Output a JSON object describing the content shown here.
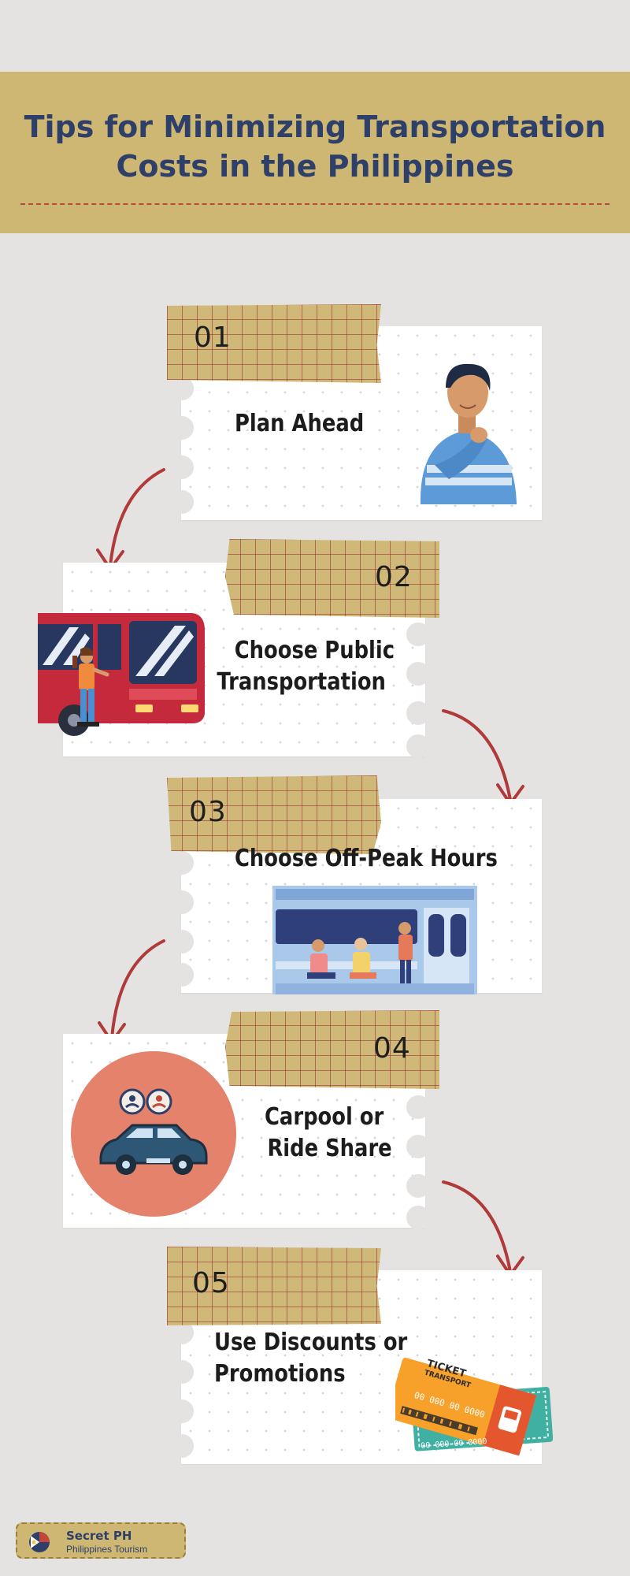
{
  "header": {
    "title_line1": "Tips for Minimizing Transportation",
    "title_line2": "Costs in the Philippines"
  },
  "steps": [
    {
      "number": "01",
      "lines": [
        "Plan Ahead"
      ],
      "icon": "thinking-person-icon"
    },
    {
      "number": "02",
      "lines": [
        "Choose Public",
        "Transportation"
      ],
      "icon": "bus-icon"
    },
    {
      "number": "03",
      "lines": [
        "Choose Off-Peak Hours"
      ],
      "icon": "train-interior-icon"
    },
    {
      "number": "04",
      "lines": [
        "Carpool or",
        "Ride Share"
      ],
      "icon": "carpool-car-icon"
    },
    {
      "number": "05",
      "lines": [
        "Use Discounts or",
        "Promotions"
      ],
      "icon": "tickets-icon"
    }
  ],
  "tickets": {
    "title_line1": "TICKET",
    "title_line2": "TRANSPORT",
    "serial": "00 000 00 0000"
  },
  "brand": {
    "name": "Secret PH",
    "subtitle": "Philippines Tourism"
  },
  "colors": {
    "background": "#e5e3e2",
    "header": "#cdb772",
    "title": "#2e3f69",
    "arrow": "#b03a3a",
    "tape": "#cfb878",
    "circle": "#e4826c"
  }
}
